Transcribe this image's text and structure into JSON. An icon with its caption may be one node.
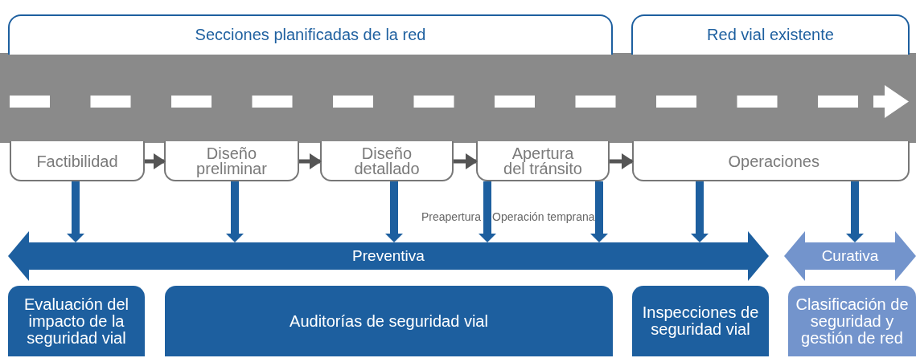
{
  "diagram": {
    "nodes": [
      {
        "text": [
          "Secciones planificadas de la red"
        ]
      },
      {
        "text": [
          "Red vial existente"
        ]
      },
      {
        "text": [
          "Factibilidad"
        ]
      },
      {
        "text": [
          "Diseño preliminar"
        ]
      },
      {
        "text": [
          "Diseño detallado"
        ]
      },
      {
        "text": [
          "Apertura del tránsito"
        ]
      },
      {
        "text": [
          "Operaciones"
        ]
      },
      {
        "text": [
          "Preventiva"
        ]
      },
      {
        "text": [
          "Curativa"
        ]
      },
      {
        "text": [
          "Evaluación del impacto de la seguridad vial"
        ]
      },
      {
        "text": [
          "Auditorías de seguridad vial"
        ]
      },
      {
        "text": [
          "Inspecciones de seguridad vial"
        ]
      },
      {
        "text": [
          "Clasificación de seguridad y gestión de red"
        ]
      }
    ],
    "edges": [
      {
        "from": 2,
        "to": 3,
        "arrow": "to",
        "color": "#555555"
      },
      {
        "from": 3,
        "to": 4,
        "arrow": "to",
        "color": "#555555"
      },
      {
        "from": 4,
        "to": 5,
        "arrow": "to",
        "color": "#555555"
      },
      {
        "from": 5,
        "to": 6,
        "arrow": "to",
        "color": "#555555"
      },
      {
        "from": 2,
        "to": 7,
        "arrow": "to"
      },
      {
        "from": 3,
        "to": 7,
        "arrow": "to"
      },
      {
        "from": 4,
        "to": 7,
        "arrow": "to"
      },
      {
        "from": 5,
        "to": 7,
        "arrow": "to"
      },
      {
        "from": 5,
        "to": 7,
        "arrow": "to"
      },
      {
        "from": 6,
        "to": 7,
        "arrow": "to"
      },
      {
        "from": 6,
        "to": 8,
        "arrow": "to"
      }
    ],
    "labels": [
      "Preapertura",
      "Operación temprana"
    ]
  }
}
